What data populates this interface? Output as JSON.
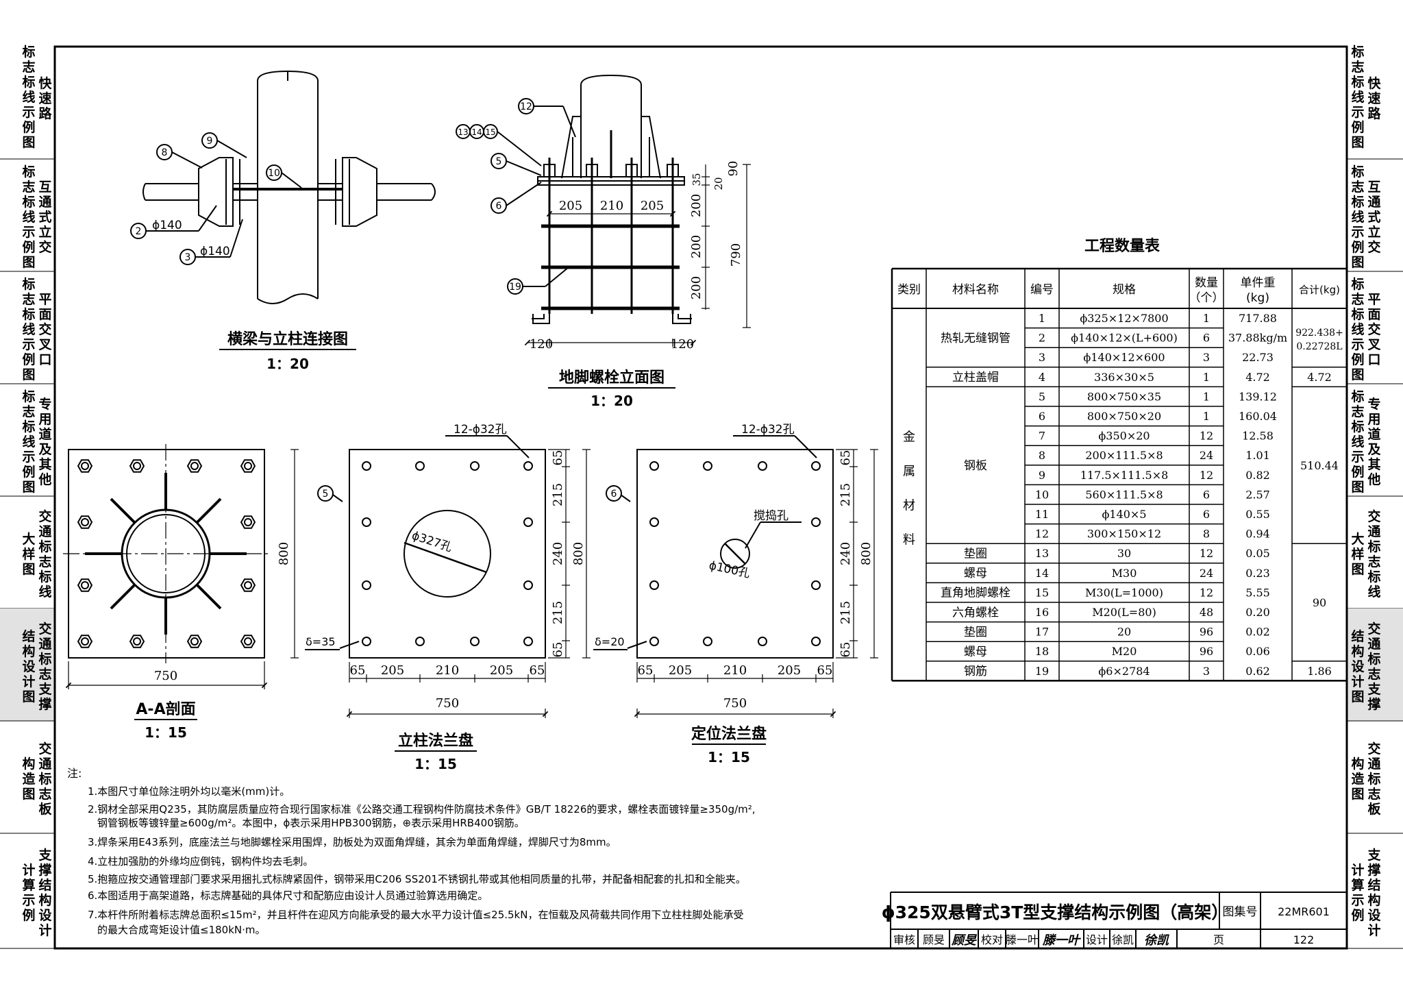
{
  "side_tabs_left": [
    {
      "col1": "标志标线示例图",
      "col2": "快速路"
    },
    {
      "col1": "标志标线示例图",
      "col2": "互通式立交"
    },
    {
      "col1": "标志标线示例图",
      "col2": "平面交叉口"
    },
    {
      "col1": "标志标线示例图",
      "col2": "专用道及其他"
    },
    {
      "col1": "大样图",
      "col2": "交通标志标线"
    },
    {
      "col1": "结构设计图",
      "col2": "交通标志支撑"
    },
    {
      "col1": "构造图",
      "col2": "交通标志板"
    },
    {
      "col1": "计算示例",
      "col2": "支撑结构设计"
    }
  ],
  "side_tabs_right": [
    {
      "col1": "标志标线示例图",
      "col2": "快速路"
    },
    {
      "col1": "标志标线示例图",
      "col2": "互通式立交"
    },
    {
      "col1": "标志标线示例图",
      "col2": "平面交叉口"
    },
    {
      "col1": "标志标线示例图",
      "col2": "专用道及其他"
    },
    {
      "col1": "大样图",
      "col2": "交通标志标线"
    },
    {
      "col1": "结构设计图",
      "col2": "交通标志支撑"
    },
    {
      "col1": "构造图",
      "col2": "交通标志板"
    },
    {
      "col1": "计算示例",
      "col2": "支撑结构设计"
    }
  ],
  "active_tab_index": 5,
  "drawings": {
    "beam_joint": {
      "title": "横梁与立柱连接图",
      "scale": "1：20",
      "callouts": [
        "8",
        "9",
        "10",
        "2",
        "3"
      ],
      "labels": [
        "ϕ140",
        "ϕ140"
      ]
    },
    "anchor_bolt": {
      "title": "地脚螺栓立面图",
      "scale": "1：20",
      "callouts": [
        "12",
        "13",
        "14",
        "15",
        "5",
        "6",
        "19"
      ],
      "dims_top": [
        "205",
        "210",
        "205"
      ],
      "dims_bottom": [
        "120",
        "120"
      ],
      "dims_right_small": [
        "90",
        "35",
        "20"
      ],
      "dims_right": [
        "200",
        "200",
        "200"
      ],
      "dim_total": "790"
    },
    "section_aa": {
      "title": "A-A剖面",
      "scale": "1：15",
      "width": "750"
    },
    "column_flange": {
      "title": "立柱法兰盘",
      "scale": "1：15",
      "holes": "12-ϕ32孔",
      "center_hole": "ϕ327孔",
      "callout": "5",
      "thickness": "δ=35",
      "dims_bottom": [
        "65",
        "205",
        "210",
        "205",
        "65"
      ],
      "width": "750",
      "dims_right": [
        "65",
        "215",
        "240",
        "215",
        "65"
      ],
      "height": "800"
    },
    "locating_flange": {
      "title": "定位法兰盘",
      "scale": "1：15",
      "holes": "12-ϕ32孔",
      "center_hole": "ϕ100孔",
      "pour_hole": "搅捣孔",
      "callout": "6",
      "thickness": "δ=20",
      "dims_bottom": [
        "65",
        "205",
        "210",
        "205",
        "65"
      ],
      "width": "750",
      "dims_right": [
        "65",
        "215",
        "240",
        "215",
        "65"
      ],
      "height": "800"
    },
    "section_aa_height": "800"
  },
  "quantity_table": {
    "title": "工程数量表",
    "headers": [
      "类别",
      "材料名称",
      "编号",
      "规格",
      "数量（个）",
      "单件重(kg)",
      "合计(kg)"
    ],
    "category": "金属材料",
    "rows": [
      {
        "no": "1",
        "spec": "ϕ325×12×7800",
        "qty": "1",
        "unit": "717.88"
      },
      {
        "no": "2",
        "spec": "ϕ140×12×(L+600)",
        "qty": "6",
        "unit": "37.88kg/m"
      },
      {
        "no": "3",
        "spec": "ϕ140×12×600",
        "qty": "3",
        "unit": "22.73"
      },
      {
        "no": "4",
        "spec": "336×30×5",
        "qty": "1",
        "unit": "4.72"
      },
      {
        "no": "5",
        "spec": "800×750×35",
        "qty": "1",
        "unit": "139.12"
      },
      {
        "no": "6",
        "spec": "800×750×20",
        "qty": "1",
        "unit": "160.04"
      },
      {
        "no": "7",
        "spec": "ϕ350×20",
        "qty": "12",
        "unit": "12.58"
      },
      {
        "no": "8",
        "spec": "200×111.5×8",
        "qty": "24",
        "unit": "1.01"
      },
      {
        "no": "9",
        "spec": "117.5×111.5×8",
        "qty": "12",
        "unit": "0.82"
      },
      {
        "no": "10",
        "spec": "560×111.5×8",
        "qty": "6",
        "unit": "2.57"
      },
      {
        "no": "11",
        "spec": "ϕ140×5",
        "qty": "6",
        "unit": "0.55"
      },
      {
        "no": "12",
        "spec": "300×150×12",
        "qty": "8",
        "unit": "0.94"
      },
      {
        "no": "13",
        "spec": "30",
        "qty": "12",
        "unit": "0.05"
      },
      {
        "no": "14",
        "spec": "M30",
        "qty": "24",
        "unit": "0.23"
      },
      {
        "no": "15",
        "spec": "M30(L=1000)",
        "qty": "12",
        "unit": "5.55"
      },
      {
        "no": "16",
        "spec": "M20(L=80)",
        "qty": "48",
        "unit": "0.20"
      },
      {
        "no": "17",
        "spec": "20",
        "qty": "96",
        "unit": "0.02"
      },
      {
        "no": "18",
        "spec": "M20",
        "qty": "96",
        "unit": "0.06"
      },
      {
        "no": "19",
        "spec": "ϕ6×2784",
        "qty": "3",
        "unit": "0.62"
      }
    ],
    "names": [
      {
        "text": "热轧无缝钢管",
        "from": 0,
        "span": 3
      },
      {
        "text": "立柱盖帽",
        "from": 3,
        "span": 1
      },
      {
        "text": "钢板",
        "from": 4,
        "span": 8
      },
      {
        "text": "垫圈",
        "from": 12,
        "span": 1
      },
      {
        "text": "螺母",
        "from": 13,
        "span": 1
      },
      {
        "text": "直角地脚螺栓",
        "from": 14,
        "span": 1
      },
      {
        "text": "六角螺栓",
        "from": 15,
        "span": 1
      },
      {
        "text": "垫圈",
        "from": 16,
        "span": 1
      },
      {
        "text": "螺母",
        "from": 17,
        "span": 1
      },
      {
        "text": "钢筋",
        "from": 18,
        "span": 1
      }
    ],
    "totals": [
      {
        "text": "922.438+0.22728L",
        "from": 0,
        "span": 3
      },
      {
        "text": "4.72",
        "from": 3,
        "span": 1
      },
      {
        "text": "510.44",
        "from": 4,
        "span": 8
      },
      {
        "text": "90",
        "from": 12,
        "span": 6
      },
      {
        "text": "1.86",
        "from": 18,
        "span": 1
      }
    ]
  },
  "notes": {
    "heading": "注:",
    "items": [
      "1.本图尺寸单位除注明外均以毫米(mm)计。",
      "2.钢材全部采用Q235，其防腐层质量应符合现行国家标准《公路交通工程钢构件防腐技术条件》GB/T 18226的要求，螺栓表面镀锌量≥350g/m²,",
      "钢管钢板等镀锌量≥600g/m²。本图中，ϕ表示采用HPB300钢筋，⊕表示采用HRB400钢筋。",
      "3.焊条采用E43系列，底座法兰与地脚螺栓采用围焊，肋板处为双面角焊缝，其余为单面角焊缝，焊脚尺寸为8mm。",
      "4.立柱加强肋的外缘均应倒钝，钢构件均去毛刺。",
      "5.抱箍应按交通管理部门要求采用捆扎式标牌紧固件，钢带采用C206 SS201不锈钢扎带或其他相同质量的扎带，并配备相配套的扎扣和全能夹。",
      "6.本图适用于高架道路，标志牌基础的具体尺寸和配筋应由设计人员通过验算选用确定。",
      "7.本杆件所附着标志牌总面积≤15m²，并且杆件在迎风方向能承受的最大水平力设计值≤25.5kN，在恒载及风荷载共同作用下立柱柱脚处能承受",
      "的最大合成弯矩设计值≤180kN·m。"
    ]
  },
  "title_block": {
    "title": "ϕ325双悬臂式3T型支撑结构示例图（高架）",
    "atlas_label": "图集号",
    "atlas_no": "22MR601",
    "review_label": "审核",
    "reviewer": "顾旻",
    "reviewer_sig": "顾旻",
    "check_label": "校对",
    "checker": "滕一叶",
    "checker_sig": "滕一叶",
    "design_label": "设计",
    "designer": "徐凯",
    "designer_sig": "徐凯",
    "page_label": "页",
    "page_no": "122"
  }
}
